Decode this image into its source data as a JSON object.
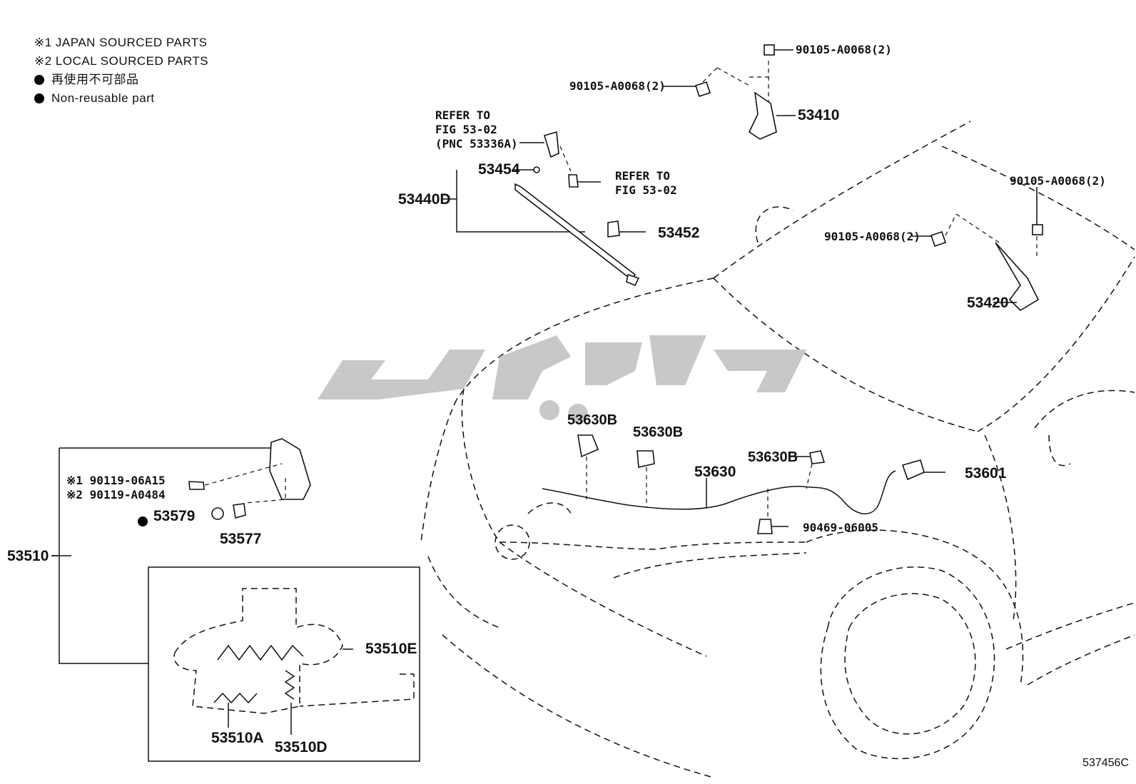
{
  "legend": {
    "line1": "※1  JAPAN SOURCED PARTS",
    "line2": "※2  LOCAL SOURCED PARTS",
    "line3": "再使用不可部品",
    "line4": "Non-reusable part"
  },
  "figure_id": "537456C",
  "watermark": "لوپاپ",
  "labels": {
    "p90105_top": "90105-A0068(2)",
    "p90105_left": "90105-A0068(2)",
    "p53410": "53410",
    "p90105_right_top": "90105-A0068(2)",
    "p90105_right_left": "90105-A0068(2)",
    "p53420": "53420",
    "refer1_l1": "REFER TO",
    "refer1_l2": "FIG 53-02",
    "refer1_l3": "(PNC 53336A)",
    "refer2_l1": "REFER TO",
    "refer2_l2": "FIG 53-02",
    "p53454": "53454",
    "p53440D": "53440D",
    "p53452": "53452",
    "p53630B_1": "53630B",
    "p53630B_2": "53630B",
    "p53630B_3": "53630B",
    "p53630": "53630",
    "p53601": "53601",
    "p90469": "90469-06005",
    "p90119_1": "※1 90119-06A15",
    "p90119_2": "※2 90119-A0484",
    "p53579": "53579",
    "p53577": "53577",
    "p53510": "53510",
    "p53510E": "53510E",
    "p53510A": "53510A",
    "p53510D": "53510D"
  }
}
